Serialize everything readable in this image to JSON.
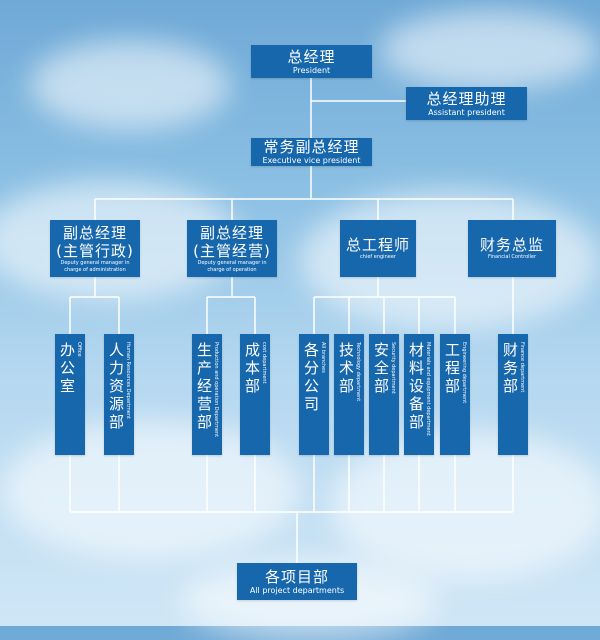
{
  "top": {
    "president": {
      "zh": "总经理",
      "en": "President"
    },
    "assistant": {
      "zh": "总经理助理",
      "en": "Assistant president"
    },
    "executive_vp": {
      "zh": "常务副总经理",
      "en": "Executive vice president"
    }
  },
  "managers": [
    {
      "zh1": "副总经理",
      "zh2": "(主管行政)",
      "en1": "Deputy general manager in",
      "en2": "charge of administration"
    },
    {
      "zh1": "副总经理",
      "zh2": "(主管经营)",
      "en1": "Deputy general manager in",
      "en2": "charge of operation"
    },
    {
      "zh1": "总工程师",
      "zh2": "",
      "en1": "chief engineer",
      "en2": ""
    },
    {
      "zh1": "财务总监",
      "zh2": "",
      "en1": "Financial Controller",
      "en2": ""
    }
  ],
  "departments": [
    {
      "zh": "办公室",
      "en": "Office"
    },
    {
      "zh": "人力资源部",
      "en": "Human Resources Department"
    },
    {
      "zh": "生产经营部",
      "en": "Production and operation Department"
    },
    {
      "zh": "成本部",
      "en": "cost department"
    },
    {
      "zh": "各分公司",
      "en": "All branches"
    },
    {
      "zh": "技术部",
      "en": "Technology department"
    },
    {
      "zh": "安全部",
      "en": "Security department"
    },
    {
      "zh": "材料设备部",
      "en": "Materials and equipment department"
    },
    {
      "zh": "工程部",
      "en": "Engineering department"
    },
    {
      "zh": "财务部",
      "en": "Finance department"
    }
  ],
  "bottom": {
    "zh": "各项目部",
    "en": "All project departments"
  },
  "colors": {
    "box": "#1767ad",
    "line": "#ffffff"
  }
}
